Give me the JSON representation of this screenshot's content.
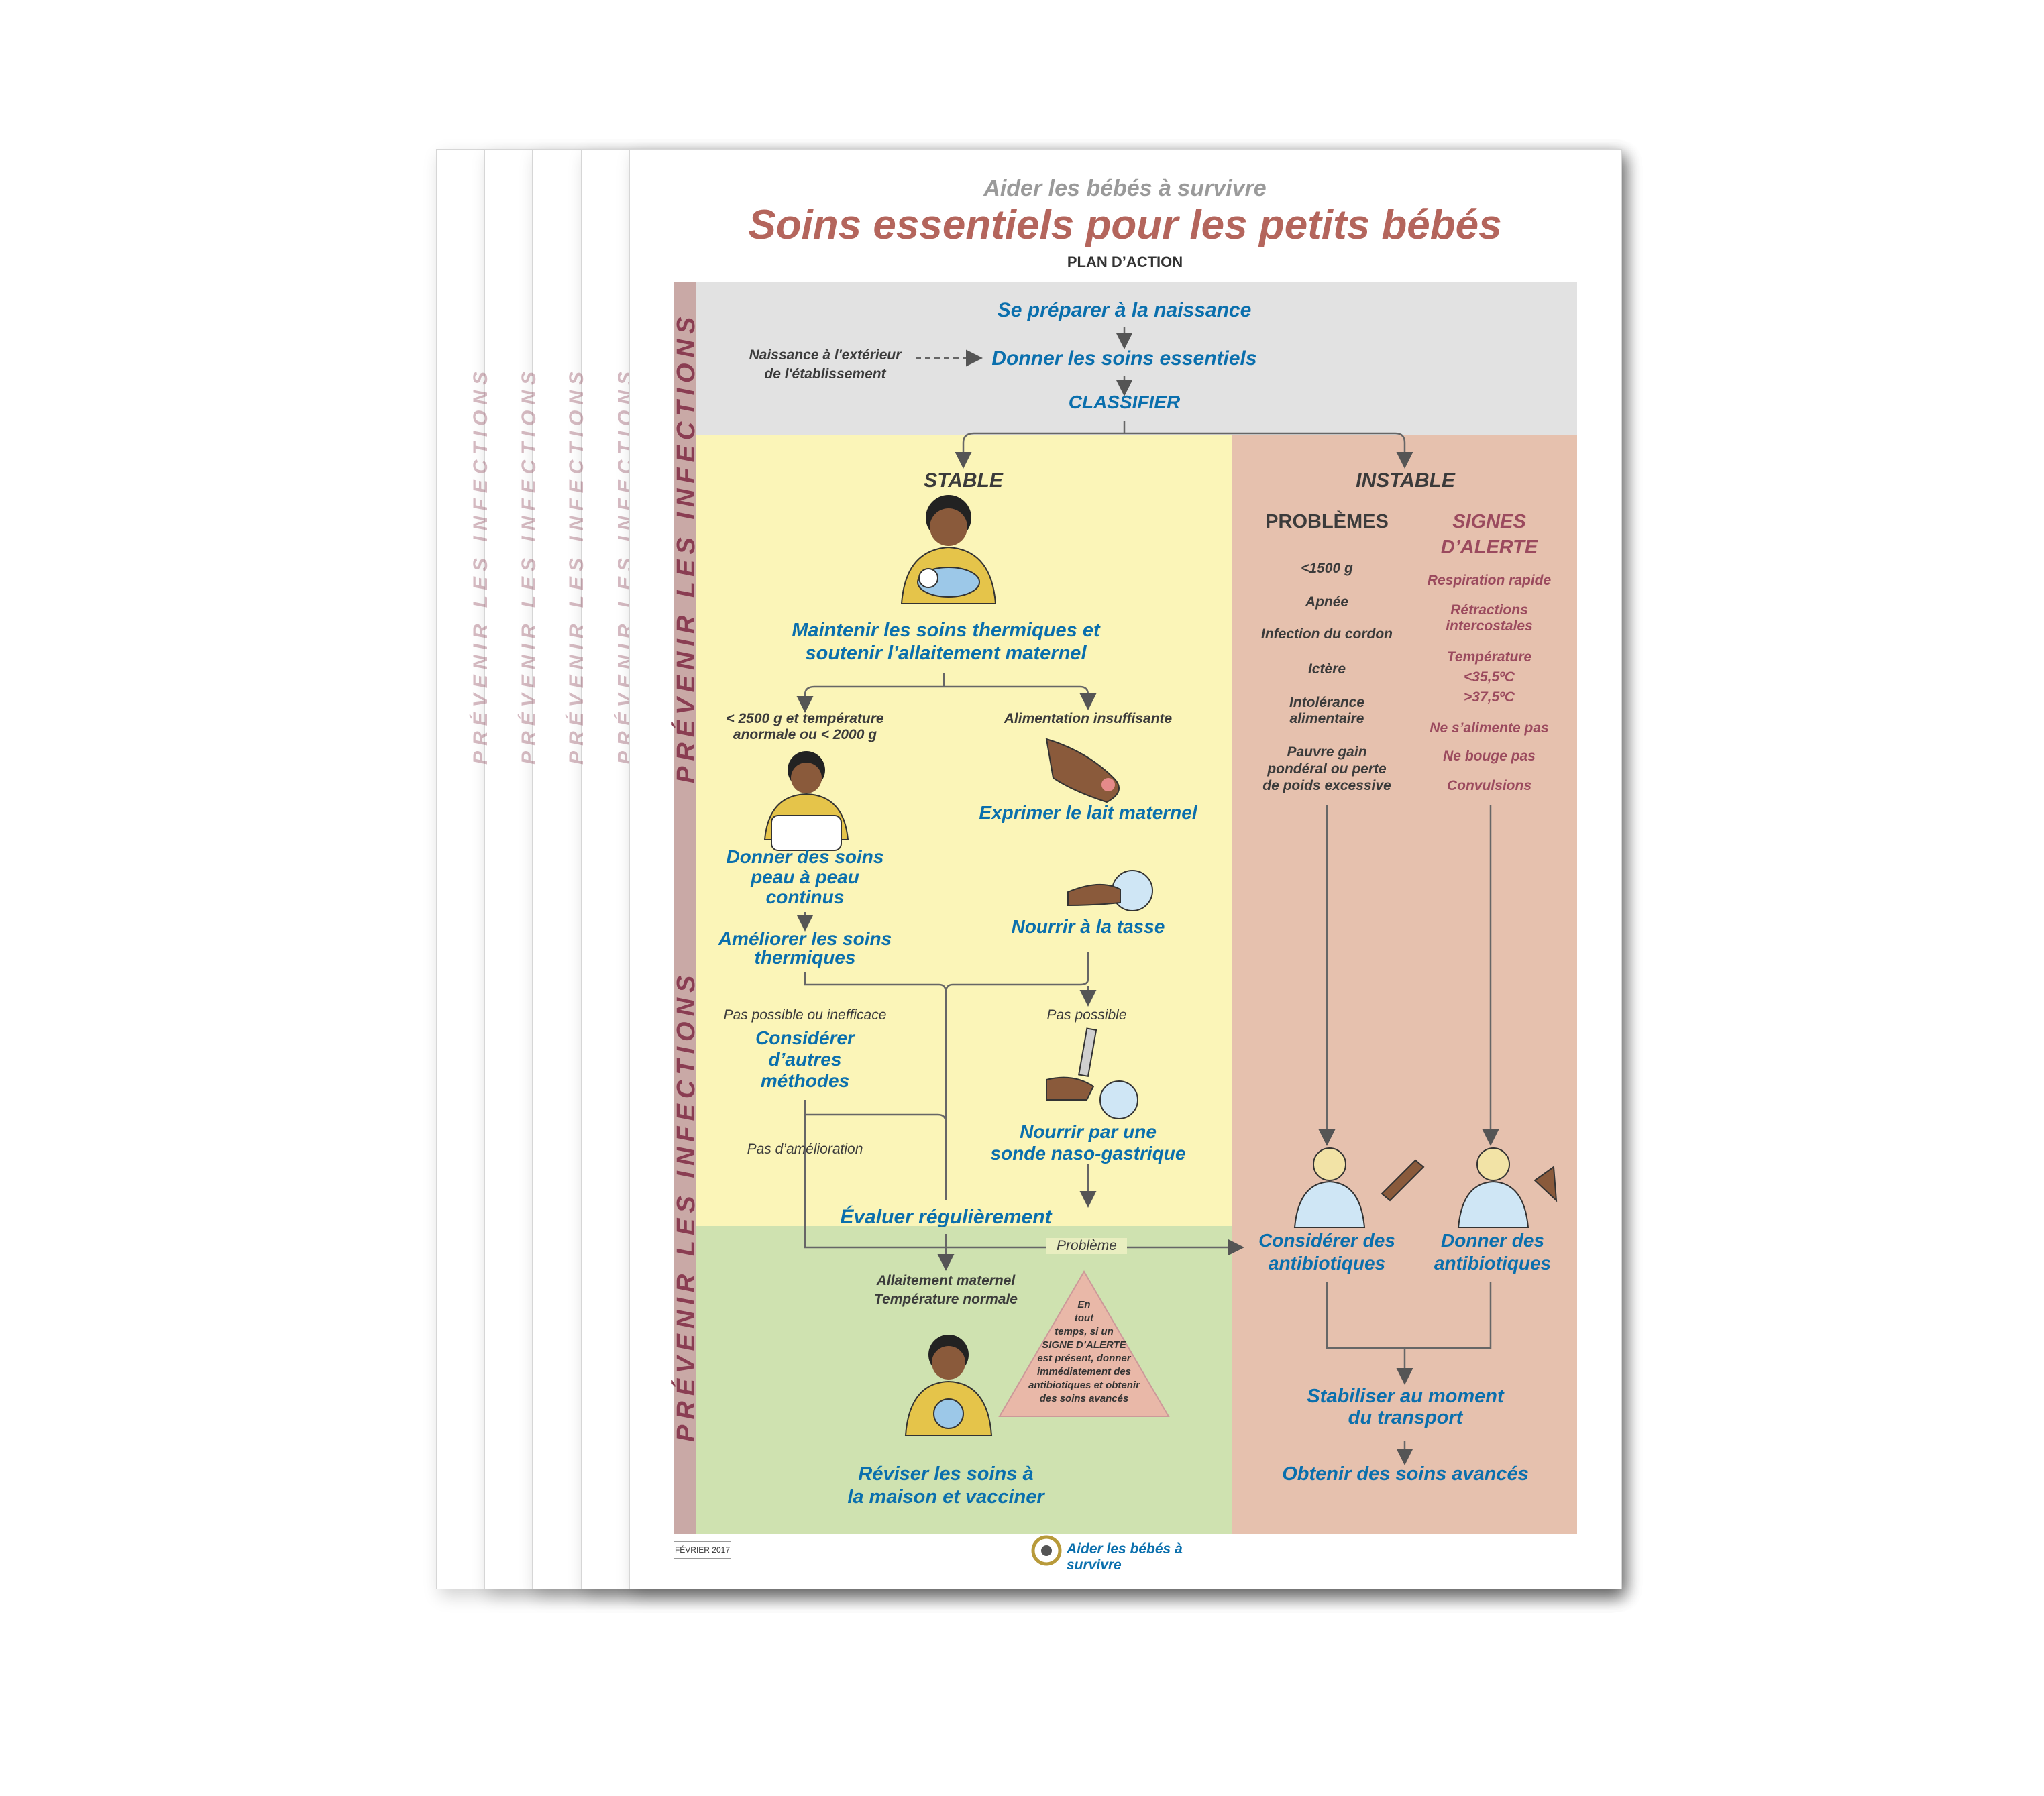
{
  "header": {
    "subtitle": "Aider les bébés à survivre",
    "title": "Soins essentiels pour les petits bébés",
    "label": "PLAN D’ACTION"
  },
  "side_label": "PRÉVENIR LES INFECTIONS",
  "top": {
    "prepare": "Se préparer à la naissance",
    "outside_birth_1": "Naissance à l'extérieur",
    "outside_birth_2": "de l'établissement",
    "essential": "Donner les soins essentiels",
    "classify": "CLASSIFIER"
  },
  "stable": {
    "heading": "STABLE",
    "maintain_1": "Maintenir les soins thermiques et",
    "maintain_2": "soutenir l’allaitement maternel",
    "left_cond_1": "< 2500 g et température",
    "left_cond_2": "anormale ou < 2000 g",
    "right_cond": "Alimentation insuffisante",
    "skin_1": "Donner des soins",
    "skin_2": "peau à peau",
    "skin_3": "continus",
    "express": "Exprimer le lait maternel",
    "improve_1": "Améliorer les soins",
    "improve_2": "thermiques",
    "cup": "Nourrir à la tasse",
    "not_possible_ineff": "Pas possible ou inefficace",
    "not_possible": "Pas possible",
    "other_1": "Considérer",
    "other_2": "d’autres",
    "other_3": "méthodes",
    "no_improve": "Pas d’amélioration",
    "tube_1": "Nourrir par une",
    "tube_2": "sonde naso-gastrique",
    "evaluate": "Évaluer régulièrement",
    "problem": "Problème",
    "normal_1": "Allaitement maternel",
    "normal_2": "Température normale",
    "review_1": "Réviser les soins à",
    "review_2": "la maison et vacciner"
  },
  "alert_triangle": {
    "l1": "En",
    "l2": "tout",
    "l3": "temps, si un",
    "l4": "SIGNE D’ALERTE",
    "l5": "est présent, donner",
    "l6": "immédiatement des",
    "l7": "antibiotiques et obtenir",
    "l8": "des soins avancés"
  },
  "unstable": {
    "heading": "INSTABLE",
    "problems_heading": "PROBLÈMES",
    "alerts_heading_1": "SIGNES",
    "alerts_heading_2": "D’ALERTE",
    "problems": [
      "<1500 g",
      "Apnée",
      "Infection du cordon",
      "Ictère",
      "Intolérance",
      "alimentaire",
      "Pauvre gain",
      "pondéral ou perte",
      "de poids excessive"
    ],
    "alerts": [
      "Respiration rapide",
      "Rétractions",
      "intercostales",
      "Température",
      "<35,5ºC",
      ">37,5ºC",
      "Ne s’alimente pas",
      "Ne bouge pas",
      "Convulsions"
    ],
    "consider_1": "Considérer des",
    "consider_2": "antibiotiques",
    "give_1": "Donner des",
    "give_2": "antibiotiques",
    "stabilize_1": "Stabiliser au moment",
    "stabilize_2": "du transport",
    "advanced": "Obtenir des soins avancés"
  },
  "footer": {
    "date": "FÉVRIER 2017",
    "brand": "Aider les bébés à survivre"
  },
  "colors": {
    "grey_band": "#e2e2e2",
    "stable_yellow": "#fbf5b8",
    "green": "#cfe2b0",
    "unstable_rose": "#e6c1ae",
    "title_rose": "#b4655c",
    "text_blue": "#0a6fad",
    "side_band": "#c9a9a6"
  }
}
